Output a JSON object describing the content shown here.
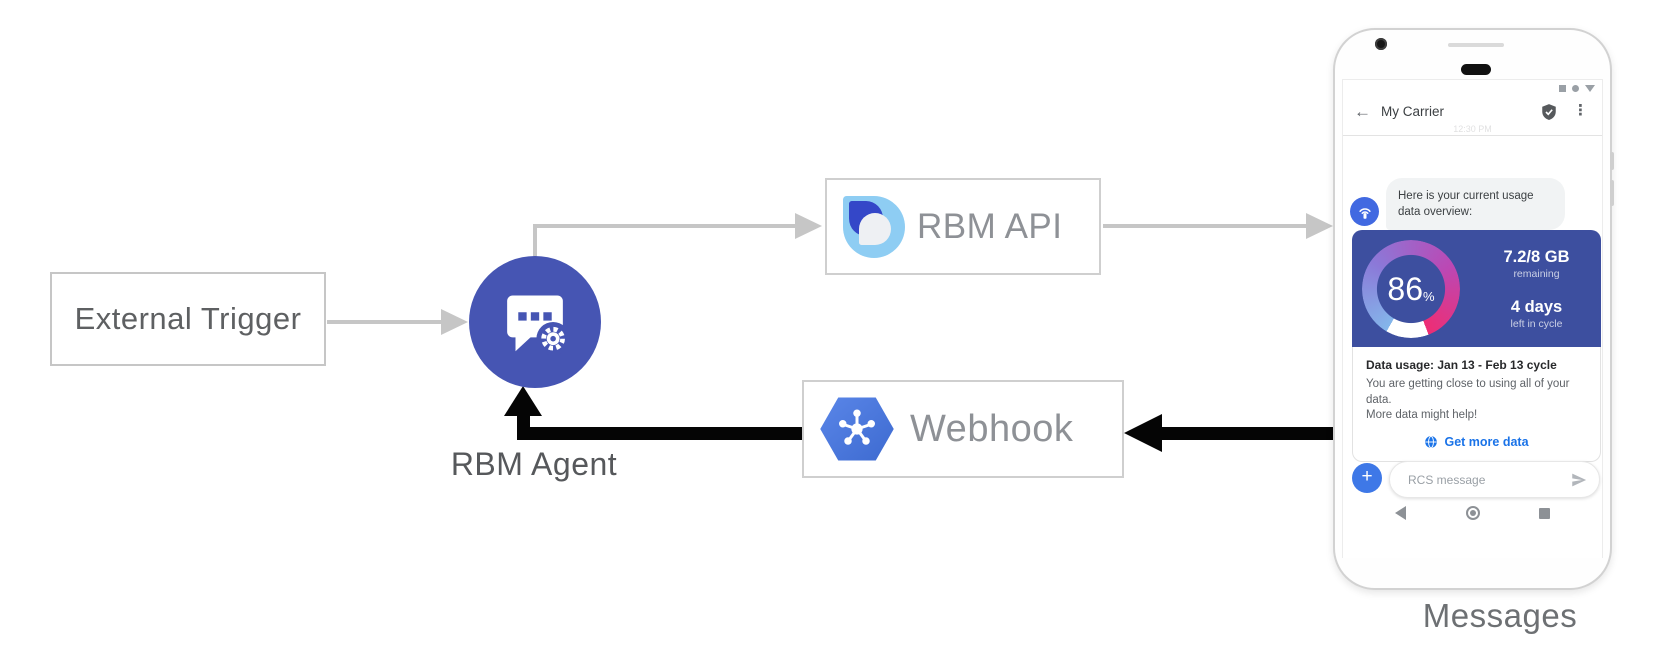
{
  "diagram": {
    "external_trigger": {
      "label": "External Trigger"
    },
    "rbm_agent": {
      "label": "RBM Agent"
    },
    "rbm_api": {
      "label": "RBM API"
    },
    "webhook": {
      "label": "Webhook"
    },
    "messages_label": "Messages",
    "colors": {
      "agent_circle": "#4655b3",
      "arrow_gray": "#c6c6c6",
      "arrow_black": "#050505",
      "box_border": "#cfcfcf",
      "webhook_hexagon": "#4a78df",
      "rbm_logo_light_blue": "#8ecdf3",
      "rbm_logo_dark_blue": "#3447c8"
    }
  },
  "phone": {
    "status_icons": [
      "square-icon",
      "dot-icon",
      "triangle-icon"
    ],
    "header": {
      "back_icon": "arrow-left",
      "title": "My Carrier",
      "verified_icon": "shield-check",
      "menu_icon": "vertical-dots"
    },
    "timestamp": "12:30 PM",
    "message": {
      "line1": "Here is your current usage",
      "line2": "data overview:"
    },
    "card": {
      "gauge_value": "86",
      "gauge_unit": "%",
      "gauge_colors": [
        "#84b6ea",
        "#8b79d8",
        "#bb48b4",
        "#ee2d74"
      ],
      "card_bg": "#3d4f9f",
      "stat1_value": "7.2/8 GB",
      "stat1_label": "remaining",
      "stat2_value": "4 days",
      "stat2_label": "left in cycle",
      "title": "Data usage: Jan 13 - Feb 13 cycle",
      "body1": "You are getting close to using all of your data.",
      "body2": "More data might help!",
      "action_label": "Get more data",
      "action_color": "#1a73e8"
    },
    "compose": {
      "plus_label": "+",
      "placeholder": "RCS message"
    }
  }
}
